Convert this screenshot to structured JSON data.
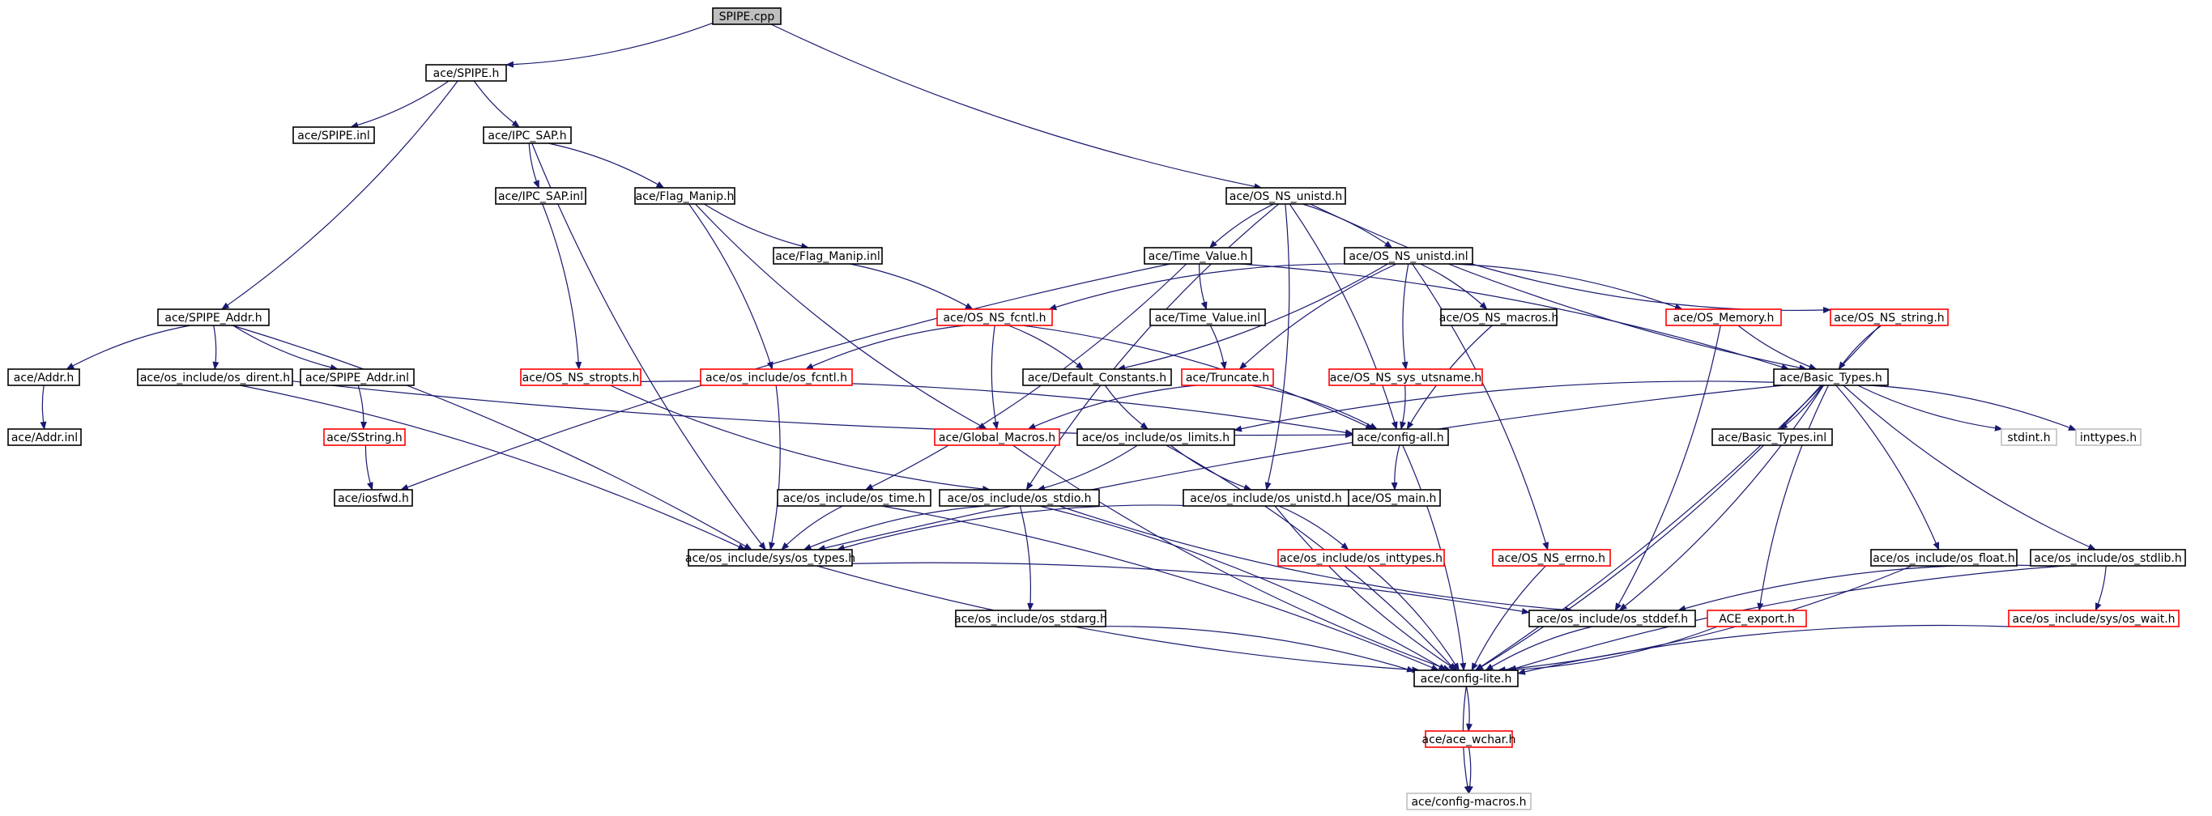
{
  "colors": {
    "normal_border": "#000000",
    "red_border": "#ff0000",
    "gray_border": "#c0c0c0",
    "root_fill": "#bfbfbf",
    "edge": "#191970"
  },
  "nodes": [
    {
      "id": "n0",
      "label": "SPIPE.cpp",
      "style": "root"
    },
    {
      "id": "n1",
      "label": "ace/SPIPE.h",
      "style": "normal"
    },
    {
      "id": "n2",
      "label": "ace/SPIPE.inl",
      "style": "normal"
    },
    {
      "id": "n3",
      "label": "ace/IPC_SAP.h",
      "style": "normal"
    },
    {
      "id": "n4",
      "label": "ace/IPC_SAP.inl",
      "style": "normal"
    },
    {
      "id": "n5",
      "label": "ace/Flag_Manip.h",
      "style": "normal"
    },
    {
      "id": "n6",
      "label": "ace/Flag_Manip.inl",
      "style": "normal"
    },
    {
      "id": "n7",
      "label": "ace/OS_NS_unistd.h",
      "style": "normal"
    },
    {
      "id": "n8",
      "label": "ace/Time_Value.h",
      "style": "normal"
    },
    {
      "id": "n9",
      "label": "ace/OS_NS_unistd.inl",
      "style": "normal"
    },
    {
      "id": "n10",
      "label": "ace/SPIPE_Addr.h",
      "style": "normal"
    },
    {
      "id": "n11",
      "label": "ace/Addr.h",
      "style": "normal"
    },
    {
      "id": "n12",
      "label": "ace/Addr.inl",
      "style": "normal"
    },
    {
      "id": "n13",
      "label": "ace/os_include/os_dirent.h",
      "style": "normal"
    },
    {
      "id": "n14",
      "label": "ace/SPIPE_Addr.inl",
      "style": "normal"
    },
    {
      "id": "n15",
      "label": "ace/SString.h",
      "style": "red"
    },
    {
      "id": "n16",
      "label": "ace/iosfwd.h",
      "style": "normal"
    },
    {
      "id": "n17",
      "label": "ace/OS_NS_stropts.h",
      "style": "red"
    },
    {
      "id": "n18",
      "label": "ace/os_include/os_fcntl.h",
      "style": "red"
    },
    {
      "id": "n19",
      "label": "ace/OS_NS_fcntl.h",
      "style": "red"
    },
    {
      "id": "n20",
      "label": "ace/Default_Constants.h",
      "style": "normal"
    },
    {
      "id": "n21",
      "label": "ace/Time_Value.inl",
      "style": "normal"
    },
    {
      "id": "n22",
      "label": "ace/Truncate.h",
      "style": "red"
    },
    {
      "id": "n23",
      "label": "ace/OS_NS_macros.h",
      "style": "normal"
    },
    {
      "id": "n24",
      "label": "ace/OS_NS_sys_utsname.h",
      "style": "red"
    },
    {
      "id": "n25",
      "label": "ace/OS_Memory.h",
      "style": "red"
    },
    {
      "id": "n26",
      "label": "ace/OS_NS_string.h",
      "style": "red"
    },
    {
      "id": "n27",
      "label": "ace/Basic_Types.h",
      "style": "normal"
    },
    {
      "id": "n28",
      "label": "ace/Global_Macros.h",
      "style": "red"
    },
    {
      "id": "n29",
      "label": "ace/os_include/os_limits.h",
      "style": "normal"
    },
    {
      "id": "n30",
      "label": "ace/config-all.h",
      "style": "normal"
    },
    {
      "id": "n31",
      "label": "ace/Basic_Types.inl",
      "style": "normal"
    },
    {
      "id": "n32",
      "label": "stdint.h",
      "style": "gray"
    },
    {
      "id": "n33",
      "label": "inttypes.h",
      "style": "gray"
    },
    {
      "id": "n34",
      "label": "ace/OS_main.h",
      "style": "normal"
    },
    {
      "id": "n35",
      "label": "ace/os_include/os_time.h",
      "style": "normal"
    },
    {
      "id": "n36",
      "label": "ace/os_include/os_stdio.h",
      "style": "normal"
    },
    {
      "id": "n37",
      "label": "ace/os_include/os_unistd.h",
      "style": "normal"
    },
    {
      "id": "n38",
      "label": "ace/os_include/sys/os_types.h",
      "style": "normal"
    },
    {
      "id": "n39",
      "label": "ace/os_include/os_inttypes.h",
      "style": "red"
    },
    {
      "id": "n40",
      "label": "ace/OS_NS_errno.h",
      "style": "red"
    },
    {
      "id": "n41",
      "label": "ace/os_include/os_float.h",
      "style": "normal"
    },
    {
      "id": "n42",
      "label": "ace/os_include/os_stdlib.h",
      "style": "normal"
    },
    {
      "id": "n43",
      "label": "ace/os_include/os_stdarg.h",
      "style": "normal"
    },
    {
      "id": "n44",
      "label": "ace/os_include/os_stddef.h",
      "style": "normal"
    },
    {
      "id": "n45",
      "label": "ACE_export.h",
      "style": "red"
    },
    {
      "id": "n46",
      "label": "ace/os_include/sys/os_wait.h",
      "style": "red"
    },
    {
      "id": "n47",
      "label": "ace/config-lite.h",
      "style": "normal"
    },
    {
      "id": "n48",
      "label": "ace/ace_wchar.h",
      "style": "red"
    },
    {
      "id": "n49",
      "label": "ace/config-macros.h",
      "style": "gray"
    }
  ],
  "edges": [
    [
      "n0",
      "n1"
    ],
    [
      "n0",
      "n7"
    ],
    [
      "n1",
      "n2"
    ],
    [
      "n1",
      "n3"
    ],
    [
      "n1",
      "n10"
    ],
    [
      "n3",
      "n4"
    ],
    [
      "n3",
      "n5"
    ],
    [
      "n3",
      "n38"
    ],
    [
      "n4",
      "n17"
    ],
    [
      "n5",
      "n6"
    ],
    [
      "n5",
      "n18"
    ],
    [
      "n5",
      "n28"
    ],
    [
      "n6",
      "n19"
    ],
    [
      "n7",
      "n8"
    ],
    [
      "n7",
      "n9"
    ],
    [
      "n7",
      "n27"
    ],
    [
      "n7",
      "n30"
    ],
    [
      "n7",
      "n36"
    ],
    [
      "n7",
      "n37"
    ],
    [
      "n8",
      "n21"
    ],
    [
      "n8",
      "n27"
    ],
    [
      "n8",
      "n16"
    ],
    [
      "n8",
      "n35"
    ],
    [
      "n9",
      "n19"
    ],
    [
      "n9",
      "n20"
    ],
    [
      "n9",
      "n22"
    ],
    [
      "n9",
      "n23"
    ],
    [
      "n9",
      "n24"
    ],
    [
      "n9",
      "n25"
    ],
    [
      "n9",
      "n26"
    ],
    [
      "n9",
      "n40"
    ],
    [
      "n10",
      "n11"
    ],
    [
      "n10",
      "n13"
    ],
    [
      "n10",
      "n14"
    ],
    [
      "n10",
      "n38"
    ],
    [
      "n11",
      "n12"
    ],
    [
      "n13",
      "n38"
    ],
    [
      "n13",
      "n30"
    ],
    [
      "n14",
      "n15"
    ],
    [
      "n15",
      "n16"
    ],
    [
      "n17",
      "n30"
    ],
    [
      "n17",
      "n36"
    ],
    [
      "n18",
      "n38"
    ],
    [
      "n19",
      "n18"
    ],
    [
      "n19",
      "n20"
    ],
    [
      "n19",
      "n28"
    ],
    [
      "n19",
      "n30"
    ],
    [
      "n20",
      "n29"
    ],
    [
      "n21",
      "n22"
    ],
    [
      "n22",
      "n28"
    ],
    [
      "n22",
      "n30"
    ],
    [
      "n23",
      "n30"
    ],
    [
      "n24",
      "n30"
    ],
    [
      "n25",
      "n27"
    ],
    [
      "n25",
      "n44"
    ],
    [
      "n26",
      "n27"
    ],
    [
      "n26",
      "n47"
    ],
    [
      "n27",
      "n29"
    ],
    [
      "n27",
      "n31"
    ],
    [
      "n27",
      "n32"
    ],
    [
      "n27",
      "n33"
    ],
    [
      "n27",
      "n38"
    ],
    [
      "n27",
      "n41"
    ],
    [
      "n27",
      "n42"
    ],
    [
      "n27",
      "n44"
    ],
    [
      "n27",
      "n45"
    ],
    [
      "n27",
      "n47"
    ],
    [
      "n28",
      "n47"
    ],
    [
      "n29",
      "n36"
    ],
    [
      "n29",
      "n37"
    ],
    [
      "n29",
      "n47"
    ],
    [
      "n30",
      "n34"
    ],
    [
      "n30",
      "n47"
    ],
    [
      "n35",
      "n38"
    ],
    [
      "n35",
      "n47"
    ],
    [
      "n36",
      "n38"
    ],
    [
      "n36",
      "n43"
    ],
    [
      "n36",
      "n44"
    ],
    [
      "n36",
      "n47"
    ],
    [
      "n37",
      "n38"
    ],
    [
      "n37",
      "n39"
    ],
    [
      "n37",
      "n47"
    ],
    [
      "n38",
      "n44"
    ],
    [
      "n38",
      "n47"
    ],
    [
      "n39",
      "n47"
    ],
    [
      "n40",
      "n47"
    ],
    [
      "n41",
      "n47"
    ],
    [
      "n42",
      "n44"
    ],
    [
      "n42",
      "n46"
    ],
    [
      "n42",
      "n47"
    ],
    [
      "n43",
      "n47"
    ],
    [
      "n44",
      "n47"
    ],
    [
      "n45",
      "n47"
    ],
    [
      "n46",
      "n47"
    ],
    [
      "n47",
      "n48"
    ],
    [
      "n47",
      "n49"
    ],
    [
      "n48",
      "n49"
    ]
  ]
}
